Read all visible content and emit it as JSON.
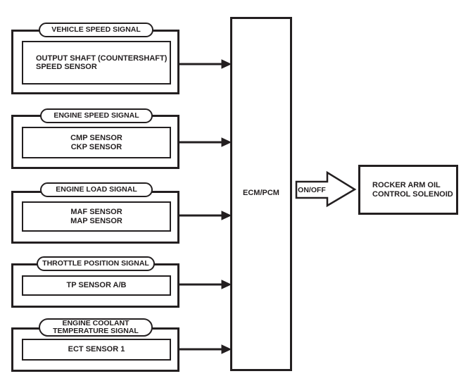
{
  "diagram": {
    "ink_color": "#231f20",
    "background_color": "#ffffff",
    "inputs": [
      {
        "signal_lines": [
          "VEHICLE SPEED SIGNAL"
        ],
        "sensor_lines": [
          "OUTPUT SHAFT (COUNTERSHAFT)",
          "SPEED SENSOR"
        ]
      },
      {
        "signal_lines": [
          "ENGINE SPEED SIGNAL"
        ],
        "sensor_lines": [
          "CMP SENSOR",
          "CKP SENSOR"
        ]
      },
      {
        "signal_lines": [
          "ENGINE LOAD SIGNAL"
        ],
        "sensor_lines": [
          "MAF SENSOR",
          "MAP SENSOR"
        ]
      },
      {
        "signal_lines": [
          "THROTTLE POSITION SIGNAL"
        ],
        "sensor_lines": [
          "TP SENSOR A/B"
        ]
      },
      {
        "signal_lines": [
          "ENGINE COOLANT",
          "TEMPERATURE SIGNAL"
        ],
        "sensor_lines": [
          "ECT SENSOR 1"
        ]
      }
    ],
    "controller": {
      "label": "ECM/PCM"
    },
    "output_arrow": {
      "label": "ON/OFF"
    },
    "output": {
      "lines": [
        "ROCKER ARM OIL",
        "CONTROL SOLENOID"
      ]
    }
  }
}
